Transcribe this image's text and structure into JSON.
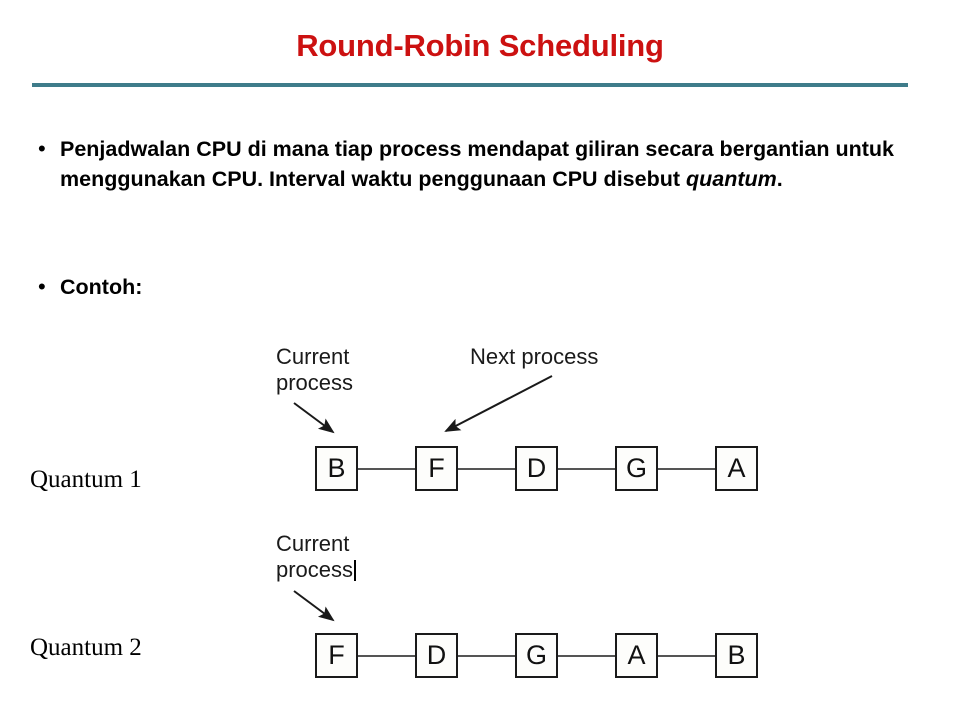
{
  "slide": {
    "title": "Round-Robin Scheduling",
    "title_color": "#cc1111",
    "rule_color": "#3e7c8a",
    "background_color": "#ffffff"
  },
  "bullets": [
    {
      "marker": "•",
      "text_part_1": "Penjadwalan CPU di mana tiap process mendapat giliran secara bergantian untuk menggunakan CPU. Interval waktu penggunaan CPU disebut ",
      "emphasis": "quantum",
      "text_part_2": "."
    },
    {
      "marker": "•",
      "text": "Contoh:"
    }
  ],
  "diagram": {
    "callouts": {
      "current_process_1": "Current\nprocess",
      "next_process_1": "Next process",
      "current_process_2": "Current\nprocess"
    },
    "rows": [
      {
        "label": "Quantum  1",
        "processes": [
          "B",
          "F",
          "D",
          "G",
          "A"
        ]
      },
      {
        "label": "Quantum  2",
        "processes": [
          "F",
          "D",
          "G",
          "A",
          "B"
        ]
      }
    ]
  }
}
